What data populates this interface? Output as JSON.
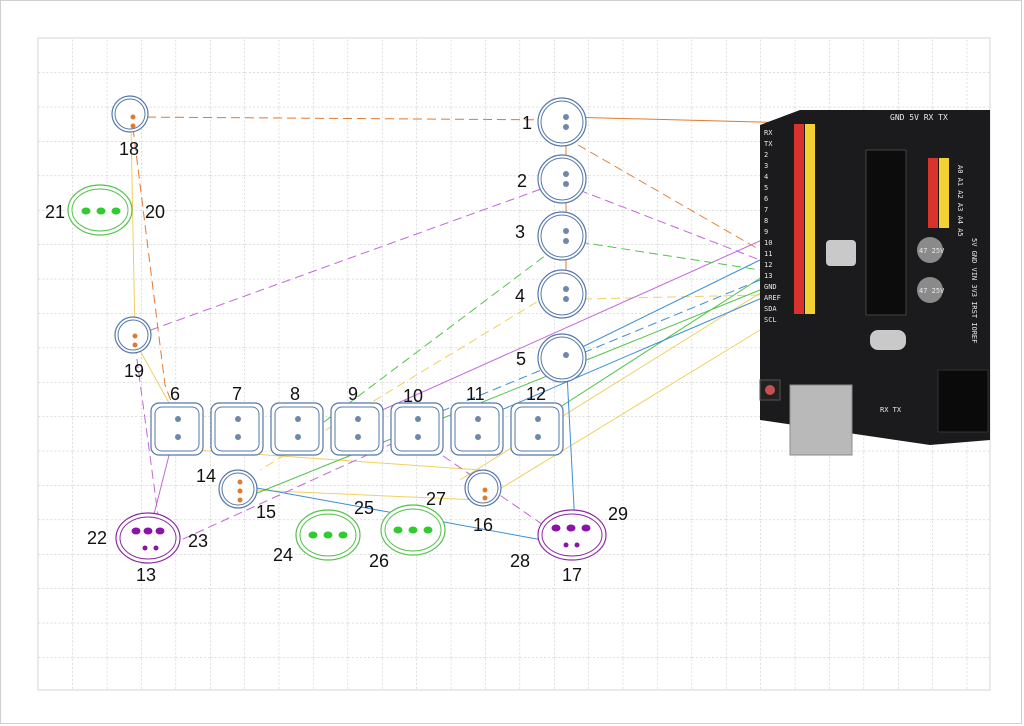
{
  "labels": {
    "n1": "1",
    "n2": "2",
    "n3": "3",
    "n4": "4",
    "n5": "5",
    "n6": "6",
    "n7": "7",
    "n8": "8",
    "n9": "9",
    "n10": "10",
    "n11": "11",
    "n12": "12",
    "n13": "13",
    "n14": "14",
    "n15": "15",
    "n16": "16",
    "n17": "17",
    "n18": "18",
    "n19": "19",
    "n20": "20",
    "n21": "21",
    "n22": "22",
    "n23": "23",
    "n24": "24",
    "n25": "25",
    "n26": "26",
    "n27": "27",
    "n28": "28",
    "n29": "29"
  },
  "board": {
    "header_top": "GND 5V RX TX",
    "left_pins": [
      "RX",
      "TX",
      "2",
      "3",
      "4",
      "5",
      "6",
      "7",
      "8",
      "9",
      "10",
      "11",
      "12",
      "13",
      "GND",
      "AREF",
      "SDA",
      "SCL"
    ],
    "analog_pins": "A0 A1 A2 A3 A4 A5",
    "power_pins": "5V GND VIN 3V3 IRST IOREF",
    "cap1": "47 25V",
    "cap2": "47 25V",
    "bottom_marks": "RX TX"
  },
  "colors": {
    "orange": "#e07a2e",
    "purple": "#c466d8",
    "green": "#52c24a",
    "yellow": "#f0d060",
    "blue": "#3a8fd6",
    "node_ring": "#5577aa",
    "node_dot": "#6f87a8",
    "grid": "#bdbdbd"
  }
}
